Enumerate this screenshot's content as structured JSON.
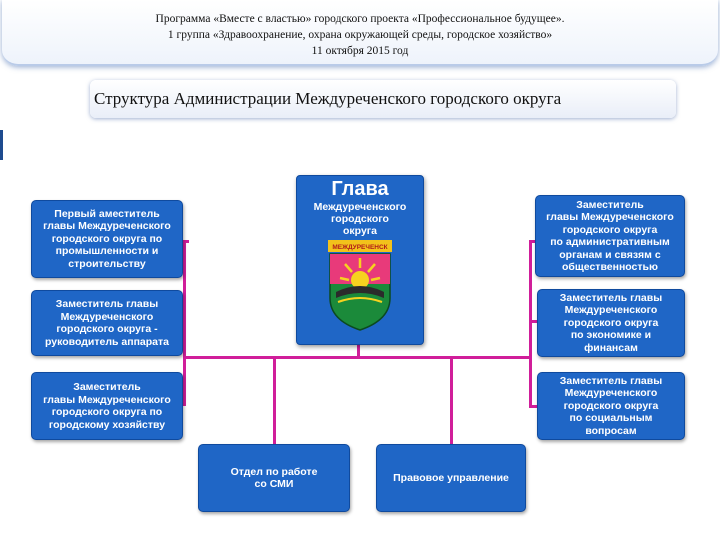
{
  "header": {
    "line1": "Программа «Вместе с властью» городского проекта «Профессиональное будущее».",
    "line2": "1 группа «Здравоохранение, охрана окружающей среды, городское хозяйство»",
    "line3": "11 октября 2015 год"
  },
  "title": "Структура Администрации Междуреченского городского округа",
  "head": {
    "title": "Глава",
    "subtitle": "Междуреченского\nгородского\nокруга",
    "emblem_text": "МЕЖДУРЕЧЕНСК"
  },
  "left_boxes": [
    "Первый аместитель\nглавы Междуреченского\nгородского округа по\nпромышленности и\nстроительству",
    "Заместитель главы\nМеждуреченского\nгородского округа -\nруководитель аппарата",
    "Заместитель\nглавы Междуреченского\nгородского округа по\nгородскому хозяйству"
  ],
  "right_boxes": [
    "Заместитель\nглавы Междуреченского\nгородского округа\nпо административным\nорганам и связям с\nобщественностью",
    "Заместитель главы\nМеждуреченского\nгородского округа\nпо экономике и\nфинансам",
    "Заместитель главы\nМеждуреченского\nгородского округа\nпо социальным\nвопросам"
  ],
  "bottom_boxes": [
    "Отдел по работе\nсо СМИ",
    "Правовое управление"
  ],
  "colors": {
    "box_fill": "#1f66c6",
    "connector": "#d01e9a"
  }
}
